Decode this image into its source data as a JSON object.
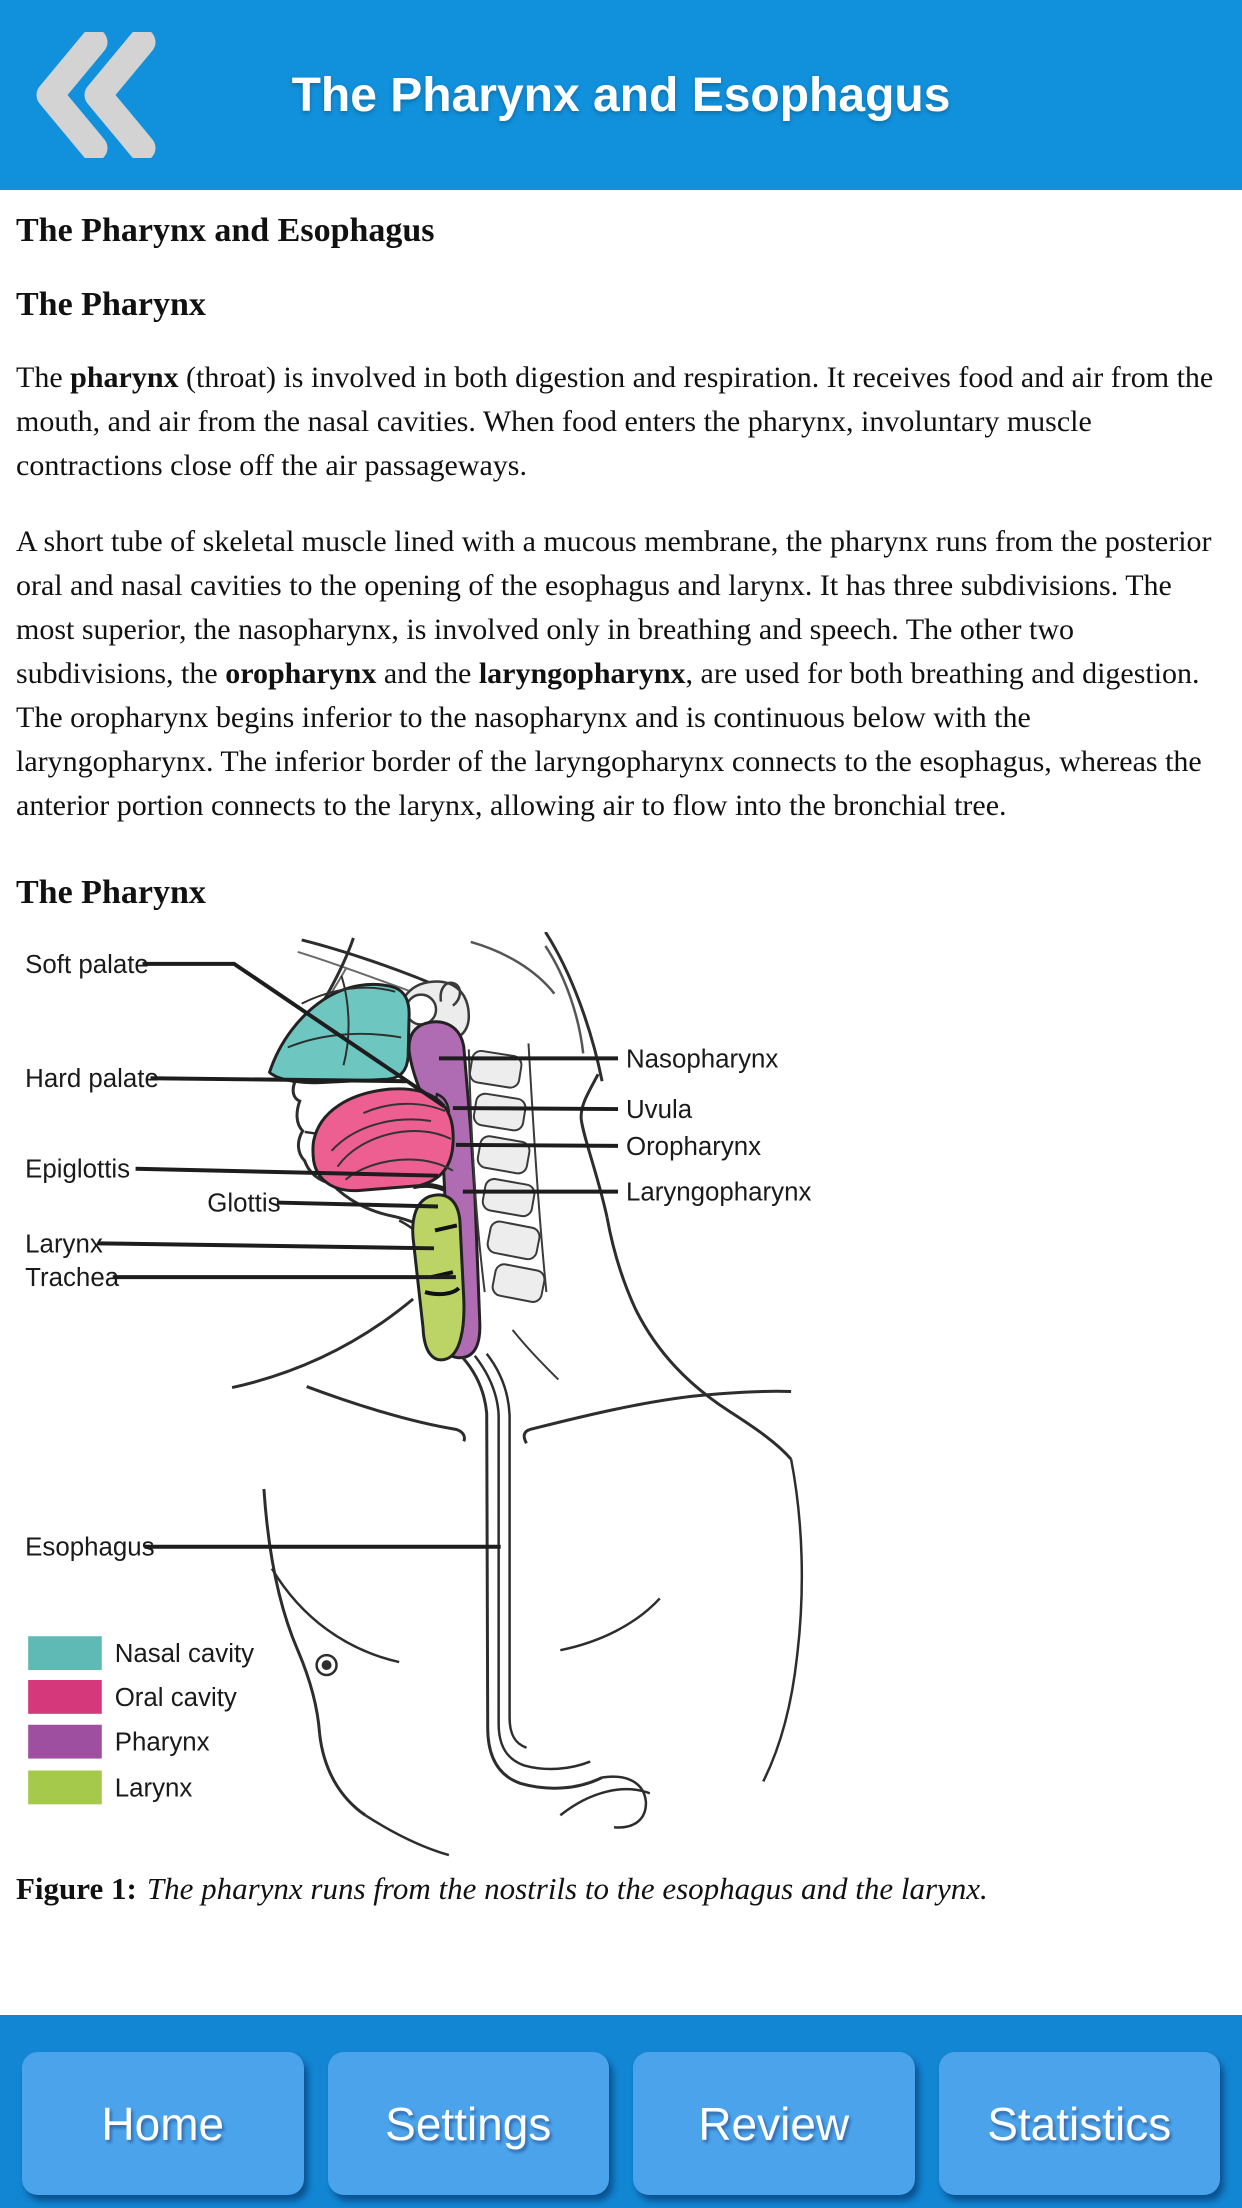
{
  "header": {
    "title": "The Pharynx and Esophagus"
  },
  "colors": {
    "header_blue": "#1190DB",
    "footer_blue": "#1286D3",
    "button_blue": "#4BA4EB",
    "back_icon_gray": "#D3D3D3",
    "nasal_cavity": "#6EC6C0",
    "oral_cavity": "#EC5F90",
    "pharynx": "#B06CB3",
    "larynx": "#BCD465"
  },
  "article": {
    "title": "The Pharynx and Esophagus",
    "section_heading": "The Pharynx",
    "p1": [
      {
        "text": "The "
      },
      {
        "text": "pharynx"
      },
      {
        "text": " (throat) is involved in both digestion and respiration. It receives food and air from the mouth, and air from the nasal cavities. When food enters the pharynx, involuntary muscle contractions close off the air passageways."
      }
    ],
    "p2": [
      {
        "text": "A short tube of skeletal muscle lined with a mucous membrane, the pharynx runs from the posterior oral and nasal cavities to the opening of the esophagus and larynx. It has three subdivisions. The most superior, the nasopharynx, is involved only in breathing and speech. The other two subdivisions, the "
      },
      {
        "text": "oropharynx"
      },
      {
        "text": " and the "
      },
      {
        "text": "laryngopharynx"
      },
      {
        "text": ", are used for both breathing and digestion. The oropharynx begins inferior to the nasopharynx and is continuous below with the laryngopharynx. The inferior border of the laryngopharynx connects to the esophagus, whereas the anterior portion connects to the larynx, allowing air to flow into the bronchial tree."
      }
    ],
    "figure_heading": "The Pharynx"
  },
  "figure": {
    "left_labels": [
      "Soft palate",
      "Hard palate",
      "Epiglottis",
      "Glottis",
      "Larynx",
      "Trachea",
      "Esophagus"
    ],
    "right_labels": [
      "Nasopharynx",
      "Uvula",
      "Oropharynx",
      "Laryngopharynx"
    ],
    "legend": [
      {
        "label": "Nasal cavity",
        "color": "#5FB9B4"
      },
      {
        "label": "Oral cavity",
        "color": "#D5387B"
      },
      {
        "label": "Pharynx",
        "color": "#9E4F9F"
      },
      {
        "label": "Larynx",
        "color": "#A5C94A"
      }
    ],
    "caption_label": "Figure 1:",
    "caption_text": "The pharynx runs from the nostrils to the esophagus and the larynx."
  },
  "footer": {
    "buttons": [
      {
        "label": "Home"
      },
      {
        "label": "Settings"
      },
      {
        "label": "Review"
      },
      {
        "label": "Statistics"
      }
    ]
  }
}
